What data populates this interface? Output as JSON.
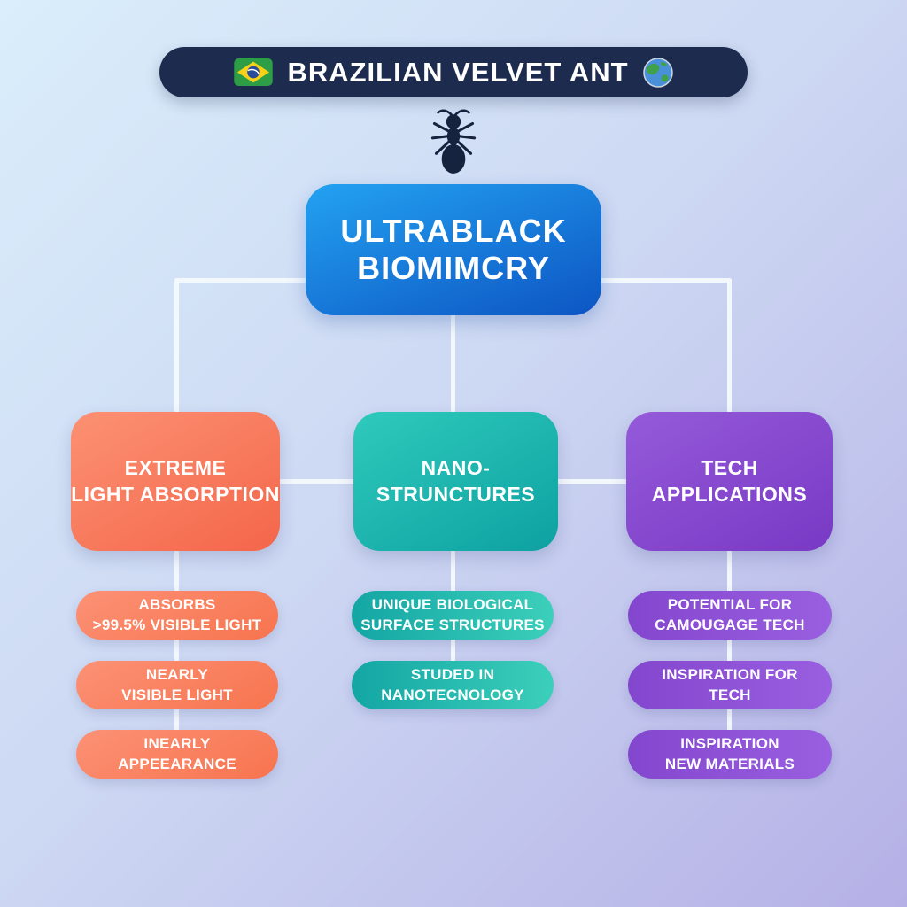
{
  "header": {
    "title": "BRAZILIAN VELVET ANT",
    "left_icon": "brazil-flag-icon",
    "right_icon": "globe-icon"
  },
  "root": {
    "line1": "ULTRABLACK",
    "line2": "BIOMIMCRY"
  },
  "branches": [
    {
      "id": "extreme-light-absorption",
      "color": "#f87a5e",
      "title": [
        "EXTREME",
        "LIGHT ABSORPTION"
      ],
      "pills": [
        {
          "lines": [
            "ABSORBS",
            ">99.5% VISIBLE LIGHT"
          ]
        },
        {
          "lines": [
            "NEARLY",
            "VISIBLE LIGHT"
          ]
        },
        {
          "lines": [
            "INEARLY",
            "APPEEARANCE"
          ]
        }
      ]
    },
    {
      "id": "nano-structures",
      "color": "#1ab4ae",
      "title": [
        "NANO-",
        "STRUNCTURES"
      ],
      "pills": [
        {
          "lines": [
            "UNIQUE BIOLOGICAL",
            "SURFACE STRUCTURES"
          ]
        },
        {
          "lines": [
            "STUDED IN",
            "NANOTECNOLOGY"
          ]
        }
      ]
    },
    {
      "id": "tech-applications",
      "color": "#8748d0",
      "title": [
        "TECH",
        "APPLICATIONS"
      ],
      "pills": [
        {
          "lines": [
            "POTENTIAL FOR",
            "CAMOUGAGE TECH"
          ]
        },
        {
          "lines": [
            "INSPIRATION FOR",
            "TECH"
          ]
        },
        {
          "lines": [
            "INSPIRATION",
            "NEW MATERIALS"
          ]
        }
      ]
    }
  ],
  "colors": {
    "background_top": "#daeefb",
    "background_bottom": "#b5b0e6",
    "header_bg": "#1d2c4e",
    "root_blue_top": "#23a2f1",
    "root_blue_bottom": "#0d55c3",
    "branch_orange": "#f87a5e",
    "branch_teal": "#1ab4ae",
    "branch_purple": "#8748d0",
    "connector": "#f3f8fd",
    "text": "#ffffff"
  }
}
